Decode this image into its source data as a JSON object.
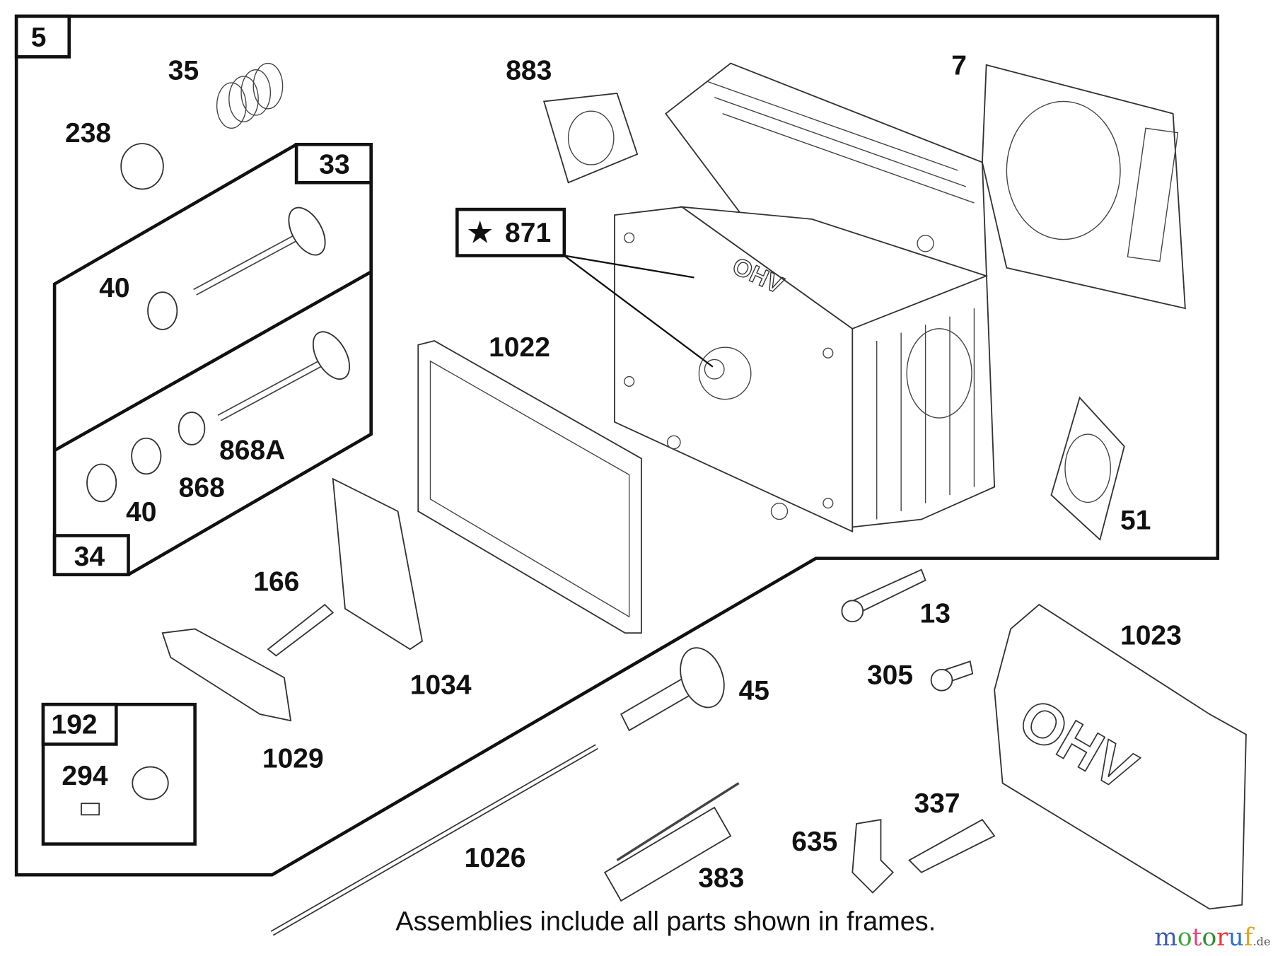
{
  "frames": {
    "main": "5",
    "exhaust_valve_assembly": "33",
    "intake_valve_assembly": "34",
    "kit": "192",
    "cylinder_head_assembly": "871",
    "cylinder_head_symbol": "★"
  },
  "labels": {
    "spring": "35",
    "cap": "238",
    "retainer_upper": "40",
    "washer": "868A",
    "seal": "868",
    "retainer_lower": "40",
    "gasket_intake": "883",
    "head_gasket": "7",
    "rocker_gasket": "1022",
    "exhaust_gasket": "51",
    "stud": "166",
    "breather": "1034",
    "rocker_arm": "1029",
    "adjusting_part": "294",
    "screw": "13",
    "rocker_cover": "1023",
    "bolt": "305",
    "push_rod_guide": "45",
    "push_rod": "1026",
    "rocker_shaft": "383",
    "elbow": "635",
    "spark_plug": "337"
  },
  "footer_note": "Assemblies include all parts shown in frames.",
  "watermark": {
    "text": "motoruf",
    "suffix": ".de",
    "colors": [
      "#3b5bb5",
      "#3aa83a",
      "#e0457b",
      "#2e8f2e",
      "#e33",
      "#2b6fd6",
      "#e8a21a"
    ]
  }
}
